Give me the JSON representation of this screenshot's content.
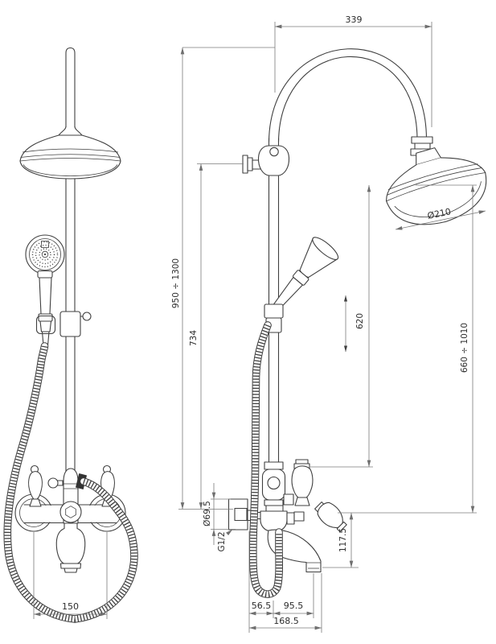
{
  "page": {
    "background": "#ffffff"
  },
  "colors": {
    "object_line": "#3f3f3f",
    "dimension_line": "#7b7b7b",
    "text": "#2d2d2d"
  },
  "drawing": {
    "type": "technical-dimension-drawing",
    "views": [
      "front-view-shower-column",
      "side-view-shower-column"
    ]
  },
  "dimensions": {
    "arm_projection": "339",
    "riser_height_range": "950 ÷ 1300",
    "wall_bracket_height": "734",
    "head_diameter": "Ø210",
    "handshower_slide_travel": "620",
    "head_to_supply_range": "660 ÷ 1010",
    "escutcheon_diameter": "Ø69.5",
    "connection_thread": "G1/2",
    "spout_drop": "117.5",
    "wall_to_riser": "56.5",
    "riser_to_spout_outlet": "95.5",
    "total_projection": "168.5",
    "supply_centres": "150"
  }
}
